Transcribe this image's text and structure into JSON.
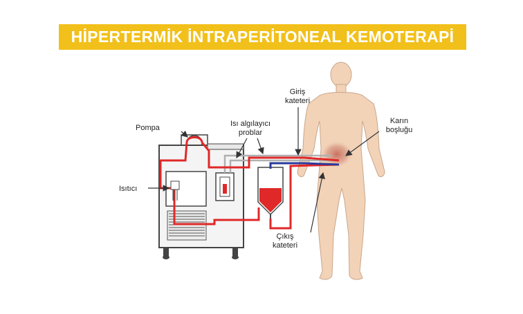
{
  "title": "HİPERTERMİK İNTRAPERİTONEAL KEMOTERAPİ",
  "labels": {
    "pump": "Pompa",
    "heater": "Isıtıcı",
    "probes_line1": "Isı algılayıcı",
    "probes_line2": "problar",
    "inflow_line1": "Giriş",
    "inflow_line2": "kateteri",
    "outflow_line1": "Çıkış",
    "outflow_line2": "kateteri",
    "cavity_line1": "Karın",
    "cavity_line2": "boşluğu"
  },
  "colors": {
    "title_bg": "#f2c01a",
    "title_text": "#ffffff",
    "circuit_red": "#e02828",
    "catheter_blue": "#2a3a9a",
    "probe_gray": "#b8b8b8",
    "machine_fill": "#f4f4f4",
    "body_skin": "#f2d3b8",
    "cavity": "#c97a6c"
  }
}
